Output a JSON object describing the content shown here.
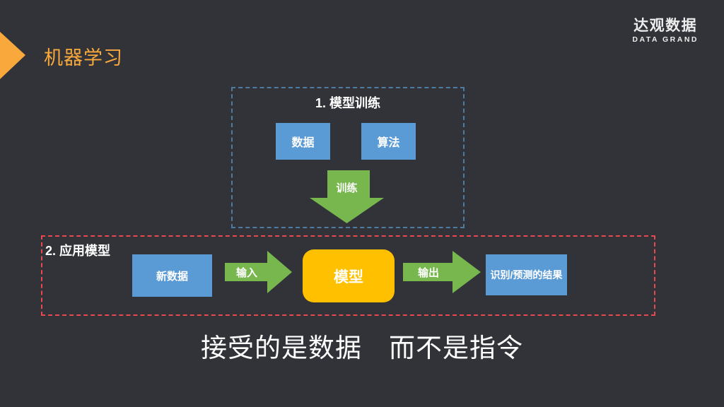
{
  "header": {
    "title": "机器学习"
  },
  "logo": {
    "cn": "达观数据",
    "en": "DATA GRAND"
  },
  "training": {
    "label": "1. 模型训练",
    "data_box": "数据",
    "algo_box": "算法",
    "train_arrow": "训练"
  },
  "apply": {
    "label": "2. 应用模型",
    "new_data_box": "新数据",
    "input_arrow": "输入",
    "model_box": "模型",
    "output_arrow": "输出",
    "result_box": "识别/预测的结果"
  },
  "caption": "接受的是数据　而不是指令",
  "colors": {
    "background": "#313338",
    "accent_orange": "#F9A83C",
    "box_blue": "#5B9BD5",
    "arrow_green": "#77B74E",
    "model_yellow": "#FFC000",
    "dashed_blue": "#4E7CA0",
    "dashed_red": "#E8494F",
    "text_white": "#FFFFFF"
  }
}
